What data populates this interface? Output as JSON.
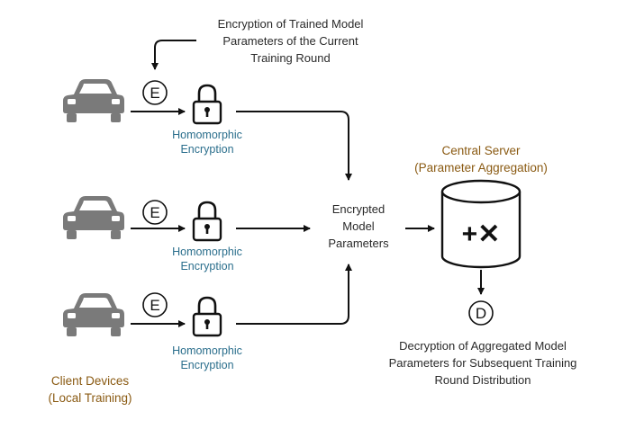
{
  "top_note": "Encryption of Trained Model\nParameters of the Current\nTraining Round",
  "encryption_label": "Homomorphic\nEncryption",
  "encrypt_marker": "E",
  "decrypt_marker": "D",
  "client_label": "Client Devices\n(Local Training)",
  "encrypted_params": "Encrypted\nModel\nParameters",
  "server_label": "Central Server\n(Parameter Aggregation)",
  "server_symbol": "+✕",
  "decryption_note": "Decryption of Aggregated Model\nParameters for Subsequent Training\nRound Distribution",
  "colors": {
    "car": "#7a7a7a",
    "line": "#111111",
    "teal": "#2a6e8c",
    "gold": "#8a5a12"
  },
  "icons": {
    "client": "car-icon",
    "encryption": "lock-icon"
  }
}
